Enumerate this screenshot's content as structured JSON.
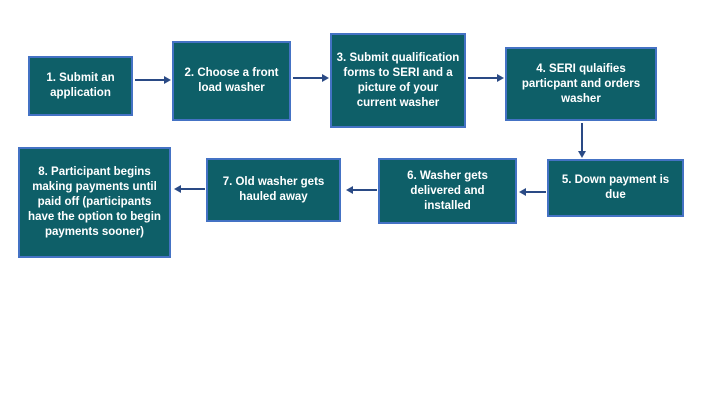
{
  "colors": {
    "background": "#ffffff",
    "box_fill": "#0e5f68",
    "box_border": "#4472c4",
    "box_text": "#ffffff",
    "arrow_color": "#2a4a85"
  },
  "diagram": {
    "type": "flowchart",
    "title": "",
    "steps": [
      {
        "id": 1,
        "label": "1. Submit an\napplication"
      },
      {
        "id": 2,
        "label": "2. Choose a front\nload washer"
      },
      {
        "id": 3,
        "label": "3. Submit qualification\nforms to SERI and a\npicture of your\ncurrent washer"
      },
      {
        "id": 4,
        "label": "4. SERI qulaifies\nparticpant and orders\nwasher"
      },
      {
        "id": 5,
        "label": "5. Down payment is\ndue"
      },
      {
        "id": 6,
        "label": "6. Washer gets\ndelivered and\ninstalled"
      },
      {
        "id": 7,
        "label": "7. Old washer gets\nhauled away"
      },
      {
        "id": 8,
        "label": "8. Participant begins\nmaking payments until\npaid off (participants\nhave the option to begin\npayments sooner)"
      }
    ],
    "connections": [
      {
        "from": 1,
        "to": 2,
        "direction": "right"
      },
      {
        "from": 2,
        "to": 3,
        "direction": "right"
      },
      {
        "from": 3,
        "to": 4,
        "direction": "right"
      },
      {
        "from": 4,
        "to": 5,
        "direction": "down"
      },
      {
        "from": 5,
        "to": 6,
        "direction": "left"
      },
      {
        "from": 6,
        "to": 7,
        "direction": "left"
      },
      {
        "from": 7,
        "to": 8,
        "direction": "left"
      }
    ]
  }
}
